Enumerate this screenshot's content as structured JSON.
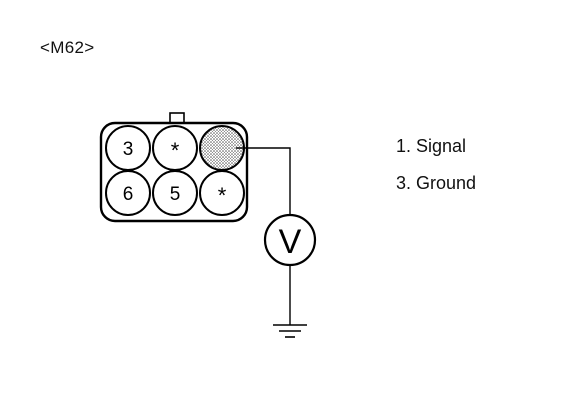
{
  "title": "<M62>",
  "connector": {
    "pins": [
      {
        "label": "3",
        "row": 0,
        "col": 0,
        "shaded": false
      },
      {
        "label": "*",
        "row": 0,
        "col": 1,
        "shaded": false
      },
      {
        "label": "",
        "row": 0,
        "col": 2,
        "shaded": true
      },
      {
        "label": "6",
        "row": 1,
        "col": 0,
        "shaded": false
      },
      {
        "label": "5",
        "row": 1,
        "col": 1,
        "shaded": false
      },
      {
        "label": "*",
        "row": 1,
        "col": 2,
        "shaded": false
      }
    ]
  },
  "meter": {
    "symbol": "V"
  },
  "legend": [
    "1. Signal",
    "3. Ground"
  ]
}
